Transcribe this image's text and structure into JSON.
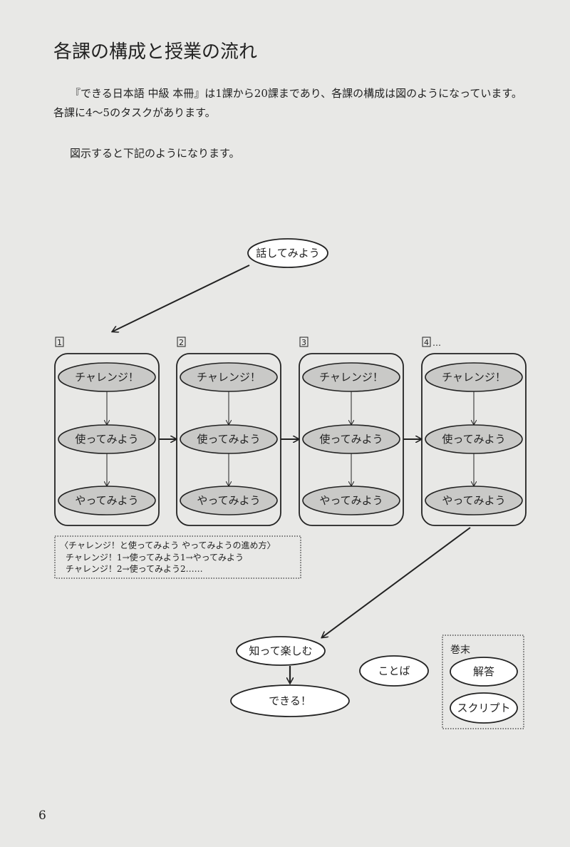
{
  "title": "各課の構成と授業の流れ",
  "paragraphs": [
    "『できる日本語 中級 本冊』は1課から20課まであり、各課の構成は図のようになっています。",
    "各課に4～5のタスクがあります。",
    "図示すると下記のようになります。"
  ],
  "diagram": {
    "start": "話してみよう",
    "columns": [
      {
        "number": "1",
        "items": [
          "チャレンジ！",
          "使ってみよう",
          "やってみよう"
        ]
      },
      {
        "number": "2",
        "items": [
          "チャレンジ！",
          "使ってみよう",
          "やってみよう"
        ]
      },
      {
        "number": "3",
        "items": [
          "チャレンジ！",
          "使ってみよう",
          "やってみよう"
        ]
      },
      {
        "number": "4",
        "suffix": "…",
        "items": [
          "チャレンジ！",
          "使ってみよう",
          "やってみよう"
        ]
      }
    ],
    "note": {
      "heading": "〈チャレンジ！と使ってみよう やってみようの進め方〉",
      "line1": "チャレンジ！1→使ってみよう1→やってみよう",
      "line2": "チャレンジ！2→使ってみよう2……"
    },
    "shitte": "知って楽しむ",
    "dekiru": "できる！",
    "kotoba": "ことば",
    "kanmatsu": {
      "label": "巻末",
      "items": [
        "解答",
        "スクリプト"
      ]
    }
  },
  "page_number": "6"
}
